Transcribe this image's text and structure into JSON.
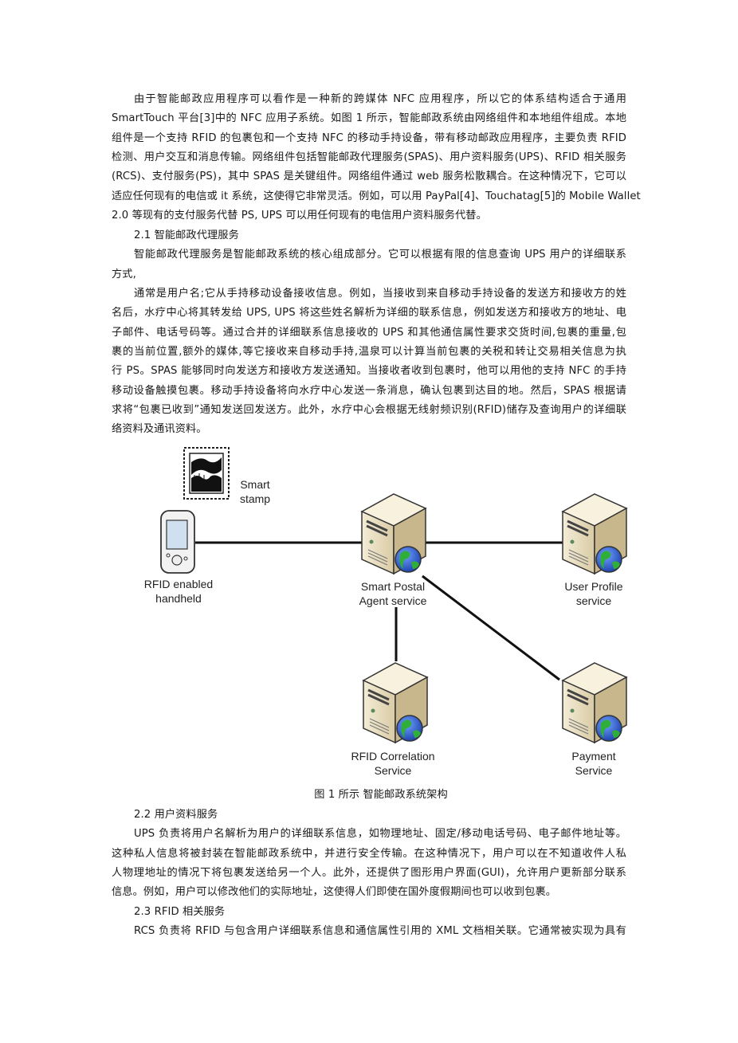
{
  "para1": [
    "由于智能邮政应用程序可以看作是一种新的跨媒体 NFC 应用程序，所以它的体系结构适合于通用",
    "SmartTouch 平台[3]中的 NFC 应用子系统。如图 1 所示，智能邮政系统由网络组件和本地组件组成。本地",
    "组件是一个支持 RFID 的包裹包和一个支持 NFC 的移动手持设备，带有移动邮政应用程序，主要负责 RFID",
    "检测、用户交互和消息传输。网络组件包括智能邮政代理服务(SPAS)、用户资料服务(UPS)、RFID 相关服务",
    "(RCS)、支付服务(PS)，其中 SPAS 是关键组件。网络组件通过 web 服务松散耦合。在这种情况下，它可以",
    "适应任何现有的电信或 it 系统，这使得它非常灵活。例如，可以用 PayPal[4]、Touchatag[5]的 Mobile Wallet",
    "2.0 等现有的支付服务代替 PS, UPS 可以用任何现有的电信用户资料服务代替。"
  ],
  "heading_2_1": "2.1 智能邮政代理服务",
  "para2": [
    "智能邮政代理服务是智能邮政系统的核心组成部分。它可以根据有限的信息查询 UPS 用户的详细联系",
    "方式,"
  ],
  "para3": [
    "通常是用户名;它从手持移动设备接收信息。例如，当接收到来自移动手持设备的发送方和接收方的姓",
    "名后，水疗中心将其转发给 UPS, UPS 将这些姓名解析为详细的联系信息，例如发送方和接收方的地址、电",
    "子邮件、电话号码等。通过合并的详细联系信息接收的 UPS 和其他通信属性要求交货时间,包裹的重量,包",
    "裹的当前位置,额外的媒体,等它接收来自移动手持,温泉可以计算当前包裹的关税和转让交易相关信息为执",
    "行 PS。SPAS 能够同时向发送方和接收方发送通知。当接收者收到包裹时，他可以用他的支持 NFC 的手持",
    "移动设备触摸包裹。移动手持设备将向水疗中心发送一条消息，确认包裹到达目的地。然后，SPAS 根据请",
    "求将“包裹已收到”通知发送回发送方。此外，水疗中心会根据无线射频识别(RFID)储存及查询用户的详细联",
    "络资料及通讯资料。"
  ],
  "figure": {
    "stamp_label": [
      "Smart",
      "stamp"
    ],
    "handheld_label": [
      "RFID enabled",
      "handheld"
    ],
    "spas_label": [
      "Smart Postal",
      "Agent service"
    ],
    "ups_label": [
      "User Profile",
      "service"
    ],
    "rcs_label": [
      "RFID Correlation",
      "Service"
    ],
    "payment_label": [
      "Payment",
      "Service"
    ],
    "caption": "图 1 所示  智能邮政系统架构"
  },
  "heading_2_2": "2.2  用户资料服务",
  "para4": [
    "UPS 负责将用户名解析为用户的详细联系信息，如物理地址、固定/移动电话号码、电子邮件地址等。",
    "这种私人信息将被封装在智能邮政系统中，并进行安全传输。在这种情况下，用户可以在不知道收件人私",
    "人物理地址的情况下将包裹发送给另一个人。此外，还提供了图形用户界面(GUI)，允许用户更新部分联系",
    "信息。例如，用户可以修改他们的实际地址，这使得人们即使在国外度假期间也可以收到包裹。"
  ],
  "heading_2_3": "2.3 RFID 相关服务",
  "para5": [
    "RCS 负责将 RFID 与包含用户详细联系信息和通信属性引用的 XML 文档相关联。它通常被实现为具有"
  ]
}
